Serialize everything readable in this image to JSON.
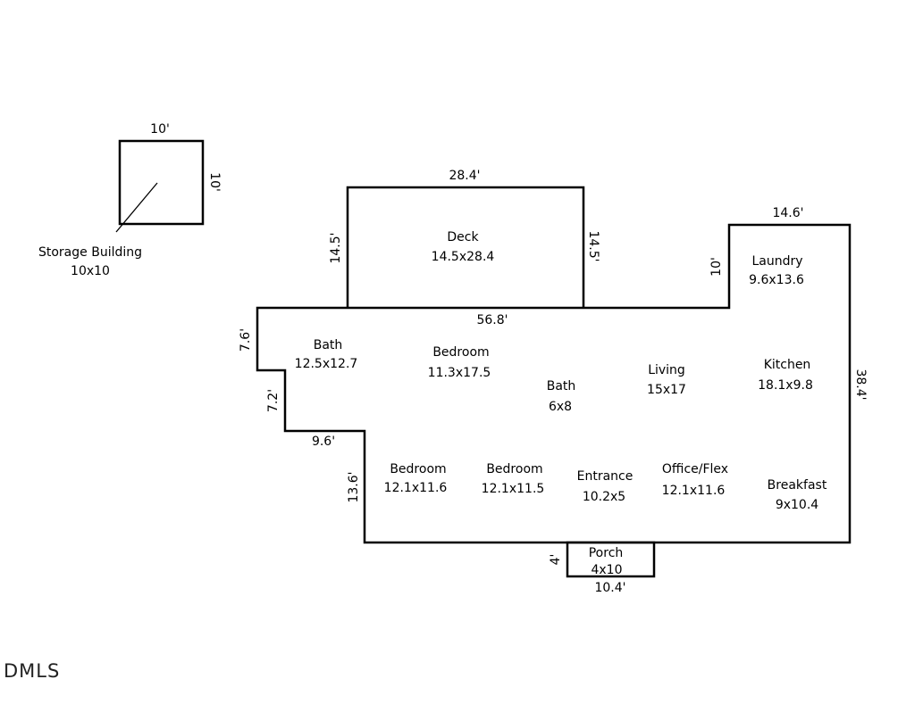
{
  "storage": {
    "top_dim": "10'",
    "right_dim": "10'",
    "name": "Storage Building",
    "size": "10x10"
  },
  "deck": {
    "top_dim": "28.4'",
    "left_dim": "14.5'",
    "right_dim": "14.5'",
    "name": "Deck",
    "size": "14.5x28.4"
  },
  "laundry": {
    "top_dim": "14.6'",
    "left_dim": "10'",
    "name": "Laundry",
    "size": "9.6x13.6"
  },
  "house_dims": {
    "back_wall": "56.8'",
    "left_upper": "7.6'",
    "left_mid": "7.2'",
    "step": "9.6'",
    "left_lower": "13.6'",
    "right": "38.4'"
  },
  "rooms": {
    "bath1": {
      "name": "Bath",
      "size": "12.5x12.7"
    },
    "bedroom1": {
      "name": "Bedroom",
      "size": "11.3x17.5"
    },
    "bath2": {
      "name": "Bath",
      "size": "6x8"
    },
    "living": {
      "name": "Living",
      "size": "15x17"
    },
    "kitchen": {
      "name": "Kitchen",
      "size": "18.1x9.8"
    },
    "bedroom2": {
      "name": "Bedroom",
      "size": "12.1x11.6"
    },
    "bedroom3": {
      "name": "Bedroom",
      "size": "12.1x11.5"
    },
    "entrance": {
      "name": "Entrance",
      "size": "10.2x5"
    },
    "office": {
      "name": "Office/Flex",
      "size": "12.1x11.6"
    },
    "breakfast": {
      "name": "Breakfast",
      "size": "9x10.4"
    }
  },
  "porch": {
    "name": "Porch",
    "size": "4x10",
    "left_dim": "4'",
    "bottom_dim": "10.4'"
  },
  "logo": "DMLS"
}
